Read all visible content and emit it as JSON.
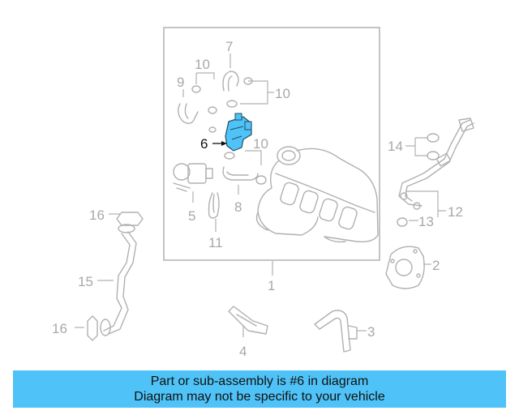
{
  "diagram": {
    "highlight_color": "#4fc3f7",
    "callouts": {
      "c1": "1",
      "c2": "2",
      "c3": "3",
      "c4": "4",
      "c5": "5",
      "c6": "6",
      "c7": "7",
      "c8": "8",
      "c9": "9",
      "c10a": "10",
      "c10b": "10",
      "c10c": "10",
      "c11": "11",
      "c12": "12",
      "c13": "13",
      "c14": "14",
      "c15": "15",
      "c16a": "16",
      "c16b": "16"
    }
  },
  "banner": {
    "line1": "Part or sub-assembly is #6 in diagram",
    "line2": "Diagram may not be specific to your vehicle",
    "background": "#4fc3f7"
  }
}
